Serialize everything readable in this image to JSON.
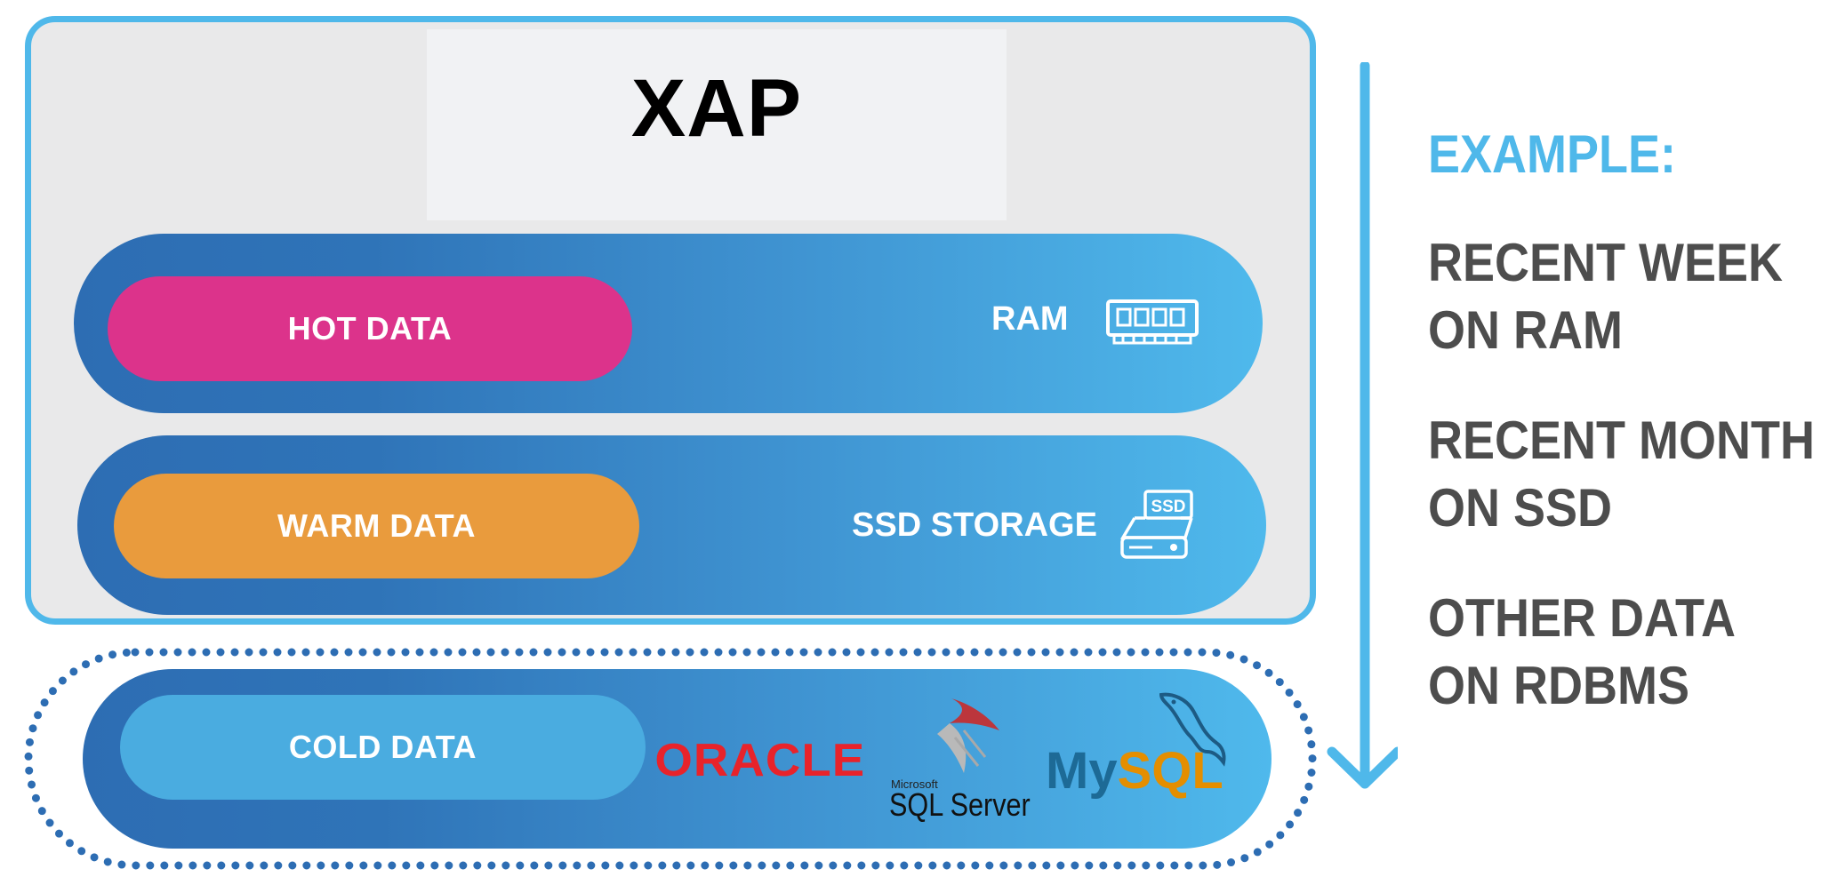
{
  "diagram": {
    "title": "XAP",
    "tiers": [
      {
        "label": "HOT DATA",
        "storage": "RAM",
        "pill_color": "#dc338b",
        "icon": "ram-icon"
      },
      {
        "label": "WARM DATA",
        "storage": "SSD STORAGE",
        "pill_color": "#e99b3d",
        "icon": "ssd-icon",
        "icon_text": "SSD"
      },
      {
        "label": "COLD DATA",
        "pill_color": "#4aace0",
        "logos": [
          "ORACLE",
          "Microsoft",
          "SQL Server",
          "My",
          "SQL"
        ]
      }
    ],
    "accent_color": "#4fb8ea",
    "example": {
      "heading": "EXAMPLE:",
      "items": [
        {
          "line1": "RECENT WEEK",
          "line2": "ON RAM"
        },
        {
          "line1": "RECENT MONTH",
          "line2": "ON SSD"
        },
        {
          "line1": "OTHER DATA",
          "line2": "ON RDBMS"
        }
      ]
    }
  }
}
